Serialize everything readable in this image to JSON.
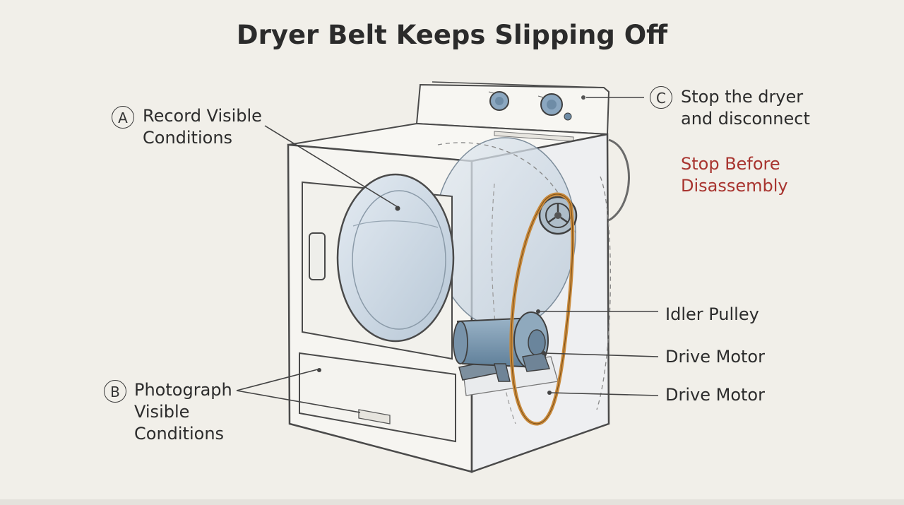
{
  "title": "Dryer Belt Keeps Slipping Off",
  "callouts": {
    "a": {
      "badge": "A",
      "lines": [
        "Record Visible",
        "Conditions"
      ]
    },
    "b": {
      "badge": "B",
      "lines": [
        "Photograph",
        "Visible",
        "Conditions"
      ]
    },
    "c": {
      "badge": "C",
      "lines": [
        "Stop the dryer",
        "and disconnect"
      ]
    }
  },
  "warning": {
    "lines": [
      "Stop Before",
      "Disassembly"
    ],
    "color": "#a8342f"
  },
  "part_labels": {
    "idler": "Idler Pulley",
    "motor1": "Drive Motor",
    "motor2": "Drive Motor"
  },
  "colors": {
    "background": "#f1efe9",
    "belt": "#c98a3c",
    "motor": "#7f9db5",
    "drum": "#cdd8e3",
    "outline": "#4a4a4a"
  }
}
